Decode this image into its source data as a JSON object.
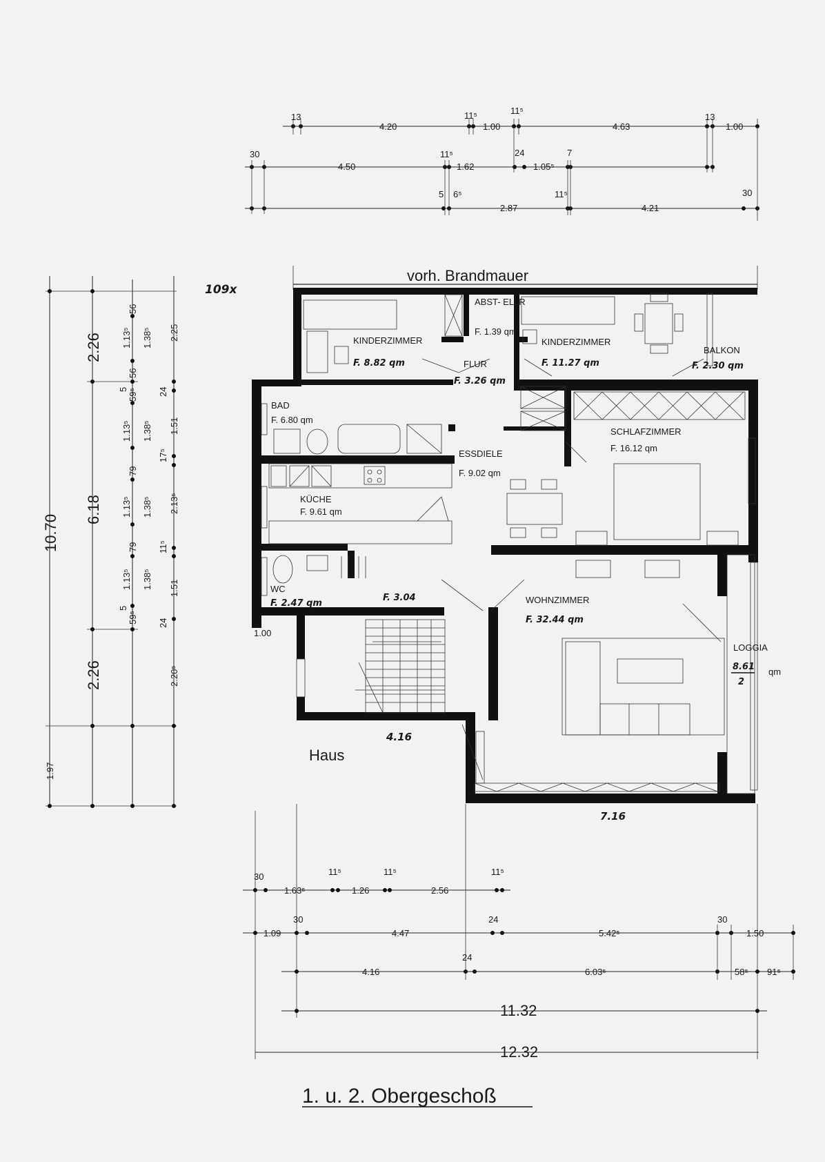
{
  "drawing": {
    "caption": "1. u. 2. Obergeschoß",
    "header_label": "vorh. Brandmauer",
    "haus_label": "Haus",
    "corner_mark": "109x",
    "corner_mark_2": "1.00"
  },
  "rooms": [
    {
      "id": "kinderzimmer-1",
      "name": "KINDERZIMMER",
      "area": "F. 8.82 qm"
    },
    {
      "id": "abstellr",
      "name": "ABST-\nELLR",
      "area": "F. 1.39 qm"
    },
    {
      "id": "kinderzimmer-2",
      "name": "KINDERZIMMER",
      "area": "F. 11.27 qm"
    },
    {
      "id": "balkon",
      "name": "BALKON",
      "area": "F. 2.30 qm"
    },
    {
      "id": "flur",
      "name": "FLUR",
      "area": "F. 3.26 qm"
    },
    {
      "id": "bad",
      "name": "BAD",
      "area": "F. 6.80 qm"
    },
    {
      "id": "essdiele",
      "name": "ESSDIELE",
      "area": "F. 9.02 qm"
    },
    {
      "id": "schlafzimmer",
      "name": "SCHLAFZIMMER",
      "area": "F. 16.12 qm"
    },
    {
      "id": "kueche",
      "name": "KÜCHE",
      "area": "F. 9.61 qm"
    },
    {
      "id": "wc",
      "name": "WC",
      "area": "F. 2.47 qm"
    },
    {
      "id": "treppe",
      "name": "",
      "area": "F. 3.04"
    },
    {
      "id": "wohnzimmer",
      "name": "WOHNZIMMER",
      "area": "F. 32.44 qm"
    },
    {
      "id": "loggia",
      "name": "LOGGIA",
      "area_num": "8.61",
      "area_den": "2",
      "area_unit": "qm"
    }
  ],
  "top_dimensions": {
    "row1": [
      "13",
      "4.20",
      "11⁵",
      "1.00",
      "11⁵",
      "4.63",
      "13",
      "1.00"
    ],
    "row2": [
      "30",
      "4.50",
      "11⁵",
      "1.62",
      "24",
      "1.05⁵",
      "7"
    ],
    "row3": [
      "5",
      "6⁵",
      "2.87",
      "11⁵",
      "4.21",
      "30"
    ]
  },
  "left_dimensions": {
    "total": "10.70",
    "bottom": "1.97",
    "major": [
      "2.26",
      "6.18",
      "2.26"
    ],
    "col3": [
      "56",
      "1.13⁵",
      "56",
      "5",
      "59⁵",
      "1.13⁵",
      "79",
      "1.13⁵",
      "79",
      "1.13⁵",
      "59⁵",
      "5"
    ],
    "col4": [
      "1.38⁵",
      "1.38⁵",
      "1.38⁵",
      "1.38⁵"
    ],
    "col5": [
      "2.25",
      "24",
      "1.51",
      "17⁵",
      "2.13⁵",
      "11⁵",
      "1.51",
      "24",
      "2.20⁵"
    ]
  },
  "bottom_dimensions": {
    "row1": [
      "30",
      "1.63⁵",
      "11⁵",
      "1.26",
      "11⁵",
      "2.56",
      "11⁵"
    ],
    "row2": [
      "1.09",
      "30",
      "4.47",
      "24",
      "5.42⁵",
      "30",
      "1.50"
    ],
    "row3": [
      "4.16",
      "24",
      "6.03⁵",
      "58⁵",
      "91⁵"
    ],
    "row4": [
      "11.32"
    ],
    "row5": [
      "12.32"
    ]
  },
  "interior_dimensions": {
    "stair_width": "4.16",
    "living_width": "7.16"
  }
}
